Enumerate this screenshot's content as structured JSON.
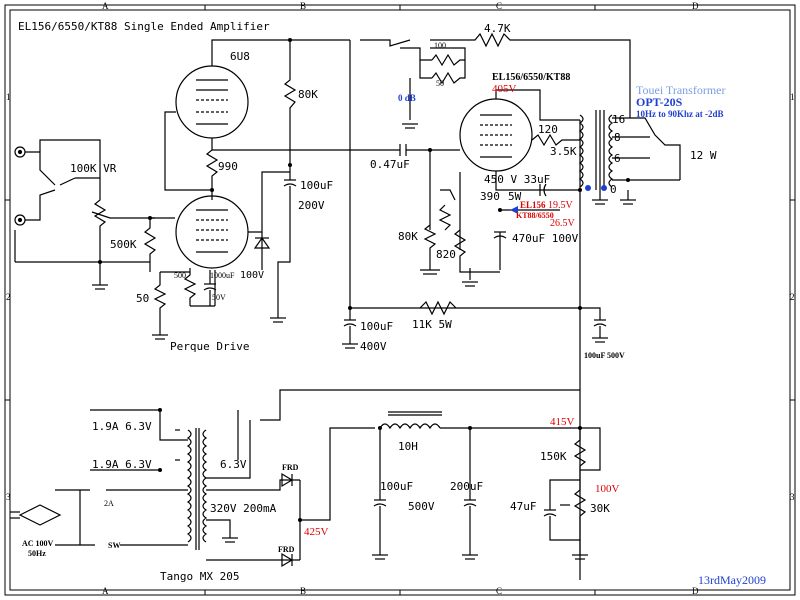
{
  "title": "EL156/6550/KT88  Single Ended Amplifier",
  "date": "13rdMay2009",
  "colors": {
    "red": "#e00000",
    "blue": "#1f3fd0",
    "lightblue": "#7a9fe0",
    "wire": "#000000"
  },
  "border": {
    "columns": [
      "A",
      "B",
      "C",
      "D"
    ],
    "rows": [
      "1",
      "2",
      "3"
    ]
  },
  "labels": {
    "tube_6u8": "6U8",
    "r_80k_top": "80K",
    "r_990": "990",
    "vr_100k": "100K VR",
    "r_500k": "500K",
    "r_50": "50",
    "r_500": "500",
    "c_1000uf": "1000uF",
    "v_100v": "100V",
    "v_50v": "50V",
    "c_100uf_mid": "100uF",
    "v_200v": "200V",
    "c_047": "0.47uF",
    "r_4k7": "4.7K",
    "r_100": "100",
    "r_50b": "50",
    "zero_db": "0 dB",
    "out_tube": "EL156/6550/KT88",
    "v_405": "405V",
    "r_120": "120",
    "r_3k5": "3.5K",
    "cap_450v": "450 V 33uF",
    "r_390": "390",
    "w_5w": "5W",
    "el156_v": "EL156",
    "el156_val": "19.5V",
    "kt88": "KT88/6550",
    "kt88_val": "26.5V",
    "r_80k_b": "80K",
    "r_820": "820",
    "c_470": "470uF 100V",
    "tr_name": "Touei Transformer",
    "tr_model": "OPT-20S",
    "tr_spec": "10Hz to 90Khz at -2dB",
    "tap16": "16",
    "tap8": "8",
    "tap6": "6",
    "tap0": "0",
    "out_12w": "12 W",
    "c_100uf_400": "100uF",
    "v_400": "400V",
    "r_11k": "11K 5W",
    "c_100uf_500": "100uF 500V",
    "perque": "Perque Drive",
    "ps_19a_1": "1.9A 6.3V",
    "ps_19a_2": "1.9A 6.3V",
    "ps_63v": "6.3V",
    "ps_2a": "2A",
    "ps_sw": "SW",
    "ps_ac": "AC 100V",
    "ps_50hz": "50Hz",
    "ps_320v": "320V 200mA",
    "frd1": "FRD",
    "frd2": "FRD",
    "v_425": "425V",
    "tango": "Tango MX 205",
    "choke_10h": "10H",
    "c_ps1": "100uF",
    "c_ps2": "200uF",
    "v_500": "500V",
    "v_415": "415V",
    "r_150k": "150K",
    "v_100b": "100V",
    "c_47uf": "47uF",
    "r_30k": "30K"
  }
}
